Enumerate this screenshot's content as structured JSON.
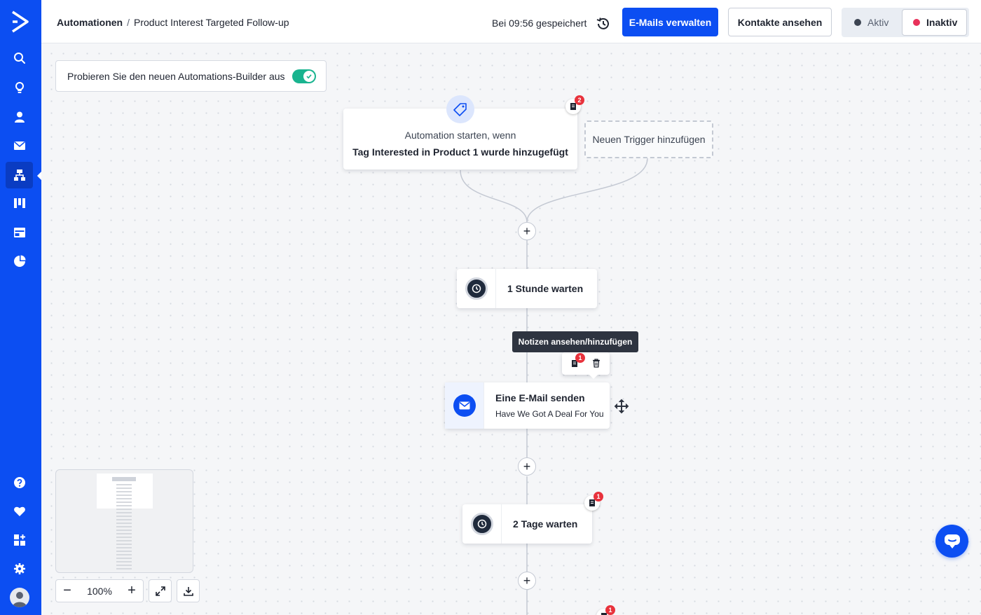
{
  "header": {
    "breadcrumb_root": "Automationen",
    "breadcrumb_separator": "/",
    "breadcrumb_current": "Product Interest Targeted Follow-up",
    "saved_text": "Bei 09:56 gespeichert",
    "manage_emails_label": "E-Mails verwalten",
    "view_contacts_label": "Kontakte ansehen",
    "status_active_label": "Aktiv",
    "status_inactive_label": "Inaktiv",
    "selected_status": "Inaktiv"
  },
  "sidebar": {
    "active_item": "automations",
    "items": [
      "search",
      "lightbulb",
      "contacts",
      "campaigns",
      "automations",
      "pipelines",
      "website",
      "reports",
      "help",
      "favorites",
      "apps",
      "settings",
      "profile"
    ]
  },
  "builder_banner": {
    "label": "Probieren Sie den neuen Automations-Builder aus",
    "toggle_on": true
  },
  "trigger": {
    "label": "Automation starten, wenn",
    "value": "Tag Interested in Product 1 wurde hinzugefügt",
    "notes_count": "2",
    "add_trigger_label": "Neuen Trigger hinzufügen"
  },
  "steps": [
    {
      "type": "wait",
      "title": "1 Stunde warten"
    },
    {
      "type": "email",
      "title": "Eine E-Mail senden",
      "subtitle": "Have We Got A Deal For You",
      "notes_count": "1"
    },
    {
      "type": "wait",
      "title": "2 Tage warten",
      "notes_count": "1"
    }
  ],
  "offscreen_step": {
    "notes_count": "1"
  },
  "tooltip": {
    "text": "Notizen ansehen/hinzufügen"
  },
  "zoom": {
    "value": "100%",
    "minus": "−",
    "plus": "+"
  },
  "colors": {
    "brand": "#0c4ef2",
    "toggle_on": "#19b48f",
    "inactive_dot": "#e8315a",
    "active_dot": "#3c4452",
    "badge": "#e8323c"
  }
}
